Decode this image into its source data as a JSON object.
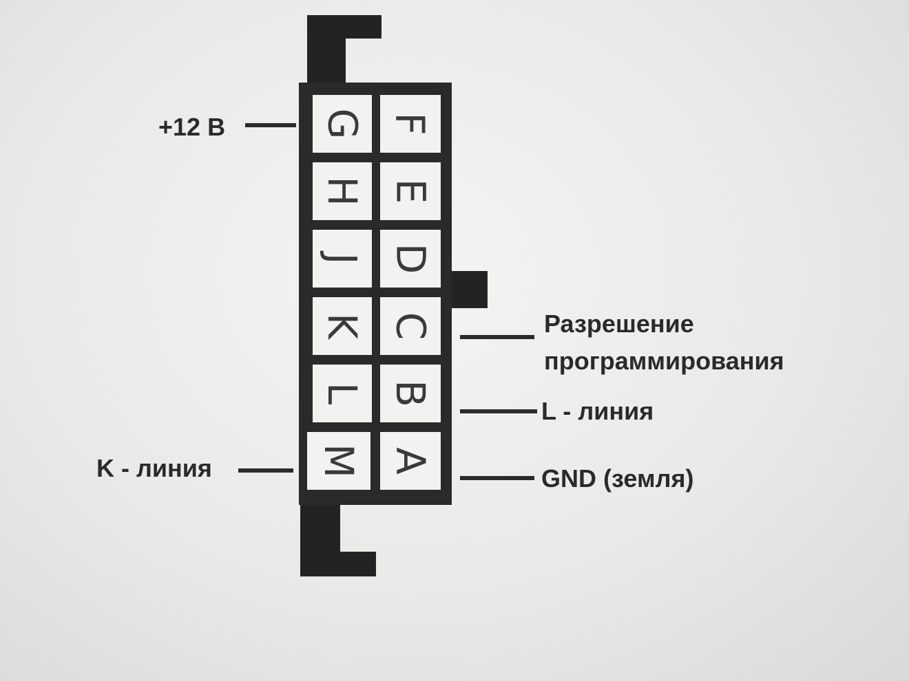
{
  "connector": {
    "left_column": [
      "G",
      "H",
      "J",
      "K",
      "L",
      "M"
    ],
    "right_column": [
      "F",
      "E",
      "D",
      "C",
      "B",
      "A"
    ]
  },
  "labels": {
    "plus12v": "+12 В",
    "k_line": "K - линия",
    "programming_enable": "Разрешение программирования",
    "l_line": "L - линия",
    "gnd": "GND (земля)"
  }
}
